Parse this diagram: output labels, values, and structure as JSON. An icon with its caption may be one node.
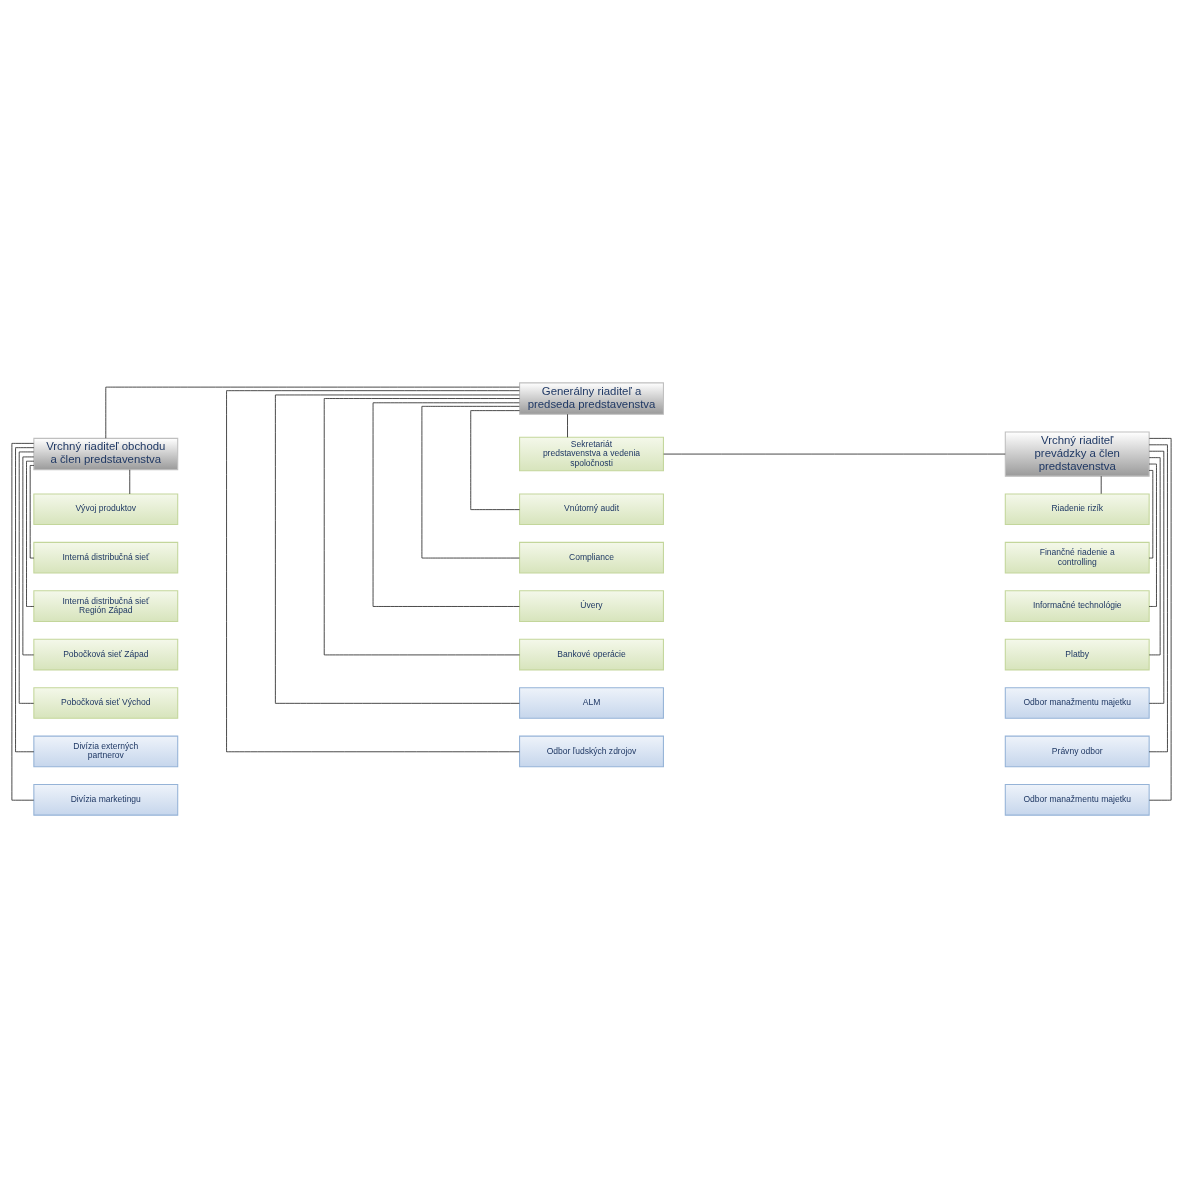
{
  "diagram": {
    "nodes": [
      {
        "text": [
          "Generálny riaditeľ a predseda predstavenstva"
        ]
      },
      {
        "text": [
          "Vrchný riaditeľ obchodu a člen predstavenstva"
        ]
      },
      {
        "text": [
          "Sekretariát predstavenstva a vedenia spoločnosti"
        ]
      },
      {
        "text": [
          "Vrchný riaditeľ prevádzky a člen predstavenstva"
        ]
      },
      {
        "text": [
          "Vývoj produktov"
        ]
      },
      {
        "text": [
          "Interná distribučná sieť"
        ]
      },
      {
        "text": [
          "Interná distribučná sieť Región Západ"
        ]
      },
      {
        "text": [
          "Pobočková sieť Západ"
        ]
      },
      {
        "text": [
          "Pobočková sieť Východ"
        ]
      },
      {
        "text": [
          "Divízia externých partnerov"
        ]
      },
      {
        "text": [
          "Divízia marketingu"
        ]
      },
      {
        "text": [
          "Vnútorný audit"
        ]
      },
      {
        "text": [
          "Compliance"
        ]
      },
      {
        "text": [
          "Úvery"
        ]
      },
      {
        "text": [
          "Bankové operácie"
        ]
      },
      {
        "text": [
          "ALM"
        ]
      },
      {
        "text": [
          "Odbor ľudských zdrojov"
        ]
      },
      {
        "text": [
          "Riadenie rizík"
        ]
      },
      {
        "text": [
          "Finančné riadenie a controlling"
        ]
      },
      {
        "text": [
          "Informačné technológie"
        ]
      },
      {
        "text": [
          "Platby"
        ]
      },
      {
        "text": [
          "Odbor manažmentu majetku"
        ]
      },
      {
        "text": [
          "Právny odbor"
        ]
      },
      {
        "text": [
          "Odbor manažmentu majetku"
        ]
      }
    ],
    "edges": [
      {
        "from": 0,
        "to": 1,
        "arrow": "none"
      },
      {
        "from": 0,
        "to": 2,
        "arrow": "none"
      },
      {
        "from": 2,
        "to": 3,
        "arrow": "none"
      },
      {
        "from": 1,
        "to": 4,
        "arrow": "none"
      },
      {
        "from": 1,
        "to": 5,
        "arrow": "none"
      },
      {
        "from": 1,
        "to": 6,
        "arrow": "none"
      },
      {
        "from": 1,
        "to": 7,
        "arrow": "none"
      },
      {
        "from": 1,
        "to": 8,
        "arrow": "none"
      },
      {
        "from": 1,
        "to": 9,
        "arrow": "none"
      },
      {
        "from": 1,
        "to": 10,
        "arrow": "none"
      },
      {
        "from": 0,
        "to": 11,
        "arrow": "none"
      },
      {
        "from": 0,
        "to": 12,
        "arrow": "none"
      },
      {
        "from": 0,
        "to": 13,
        "arrow": "none"
      },
      {
        "from": 0,
        "to": 14,
        "arrow": "none"
      },
      {
        "from": 0,
        "to": 15,
        "arrow": "none"
      },
      {
        "from": 0,
        "to": 16,
        "arrow": "none"
      },
      {
        "from": 3,
        "to": 17,
        "arrow": "none"
      },
      {
        "from": 3,
        "to": 18,
        "arrow": "none"
      },
      {
        "from": 3,
        "to": 19,
        "arrow": "none"
      },
      {
        "from": 3,
        "to": 20,
        "arrow": "none"
      },
      {
        "from": 3,
        "to": 21,
        "arrow": "none"
      },
      {
        "from": 3,
        "to": 22,
        "arrow": "none"
      },
      {
        "from": 3,
        "to": 23,
        "arrow": "none"
      }
    ]
  }
}
